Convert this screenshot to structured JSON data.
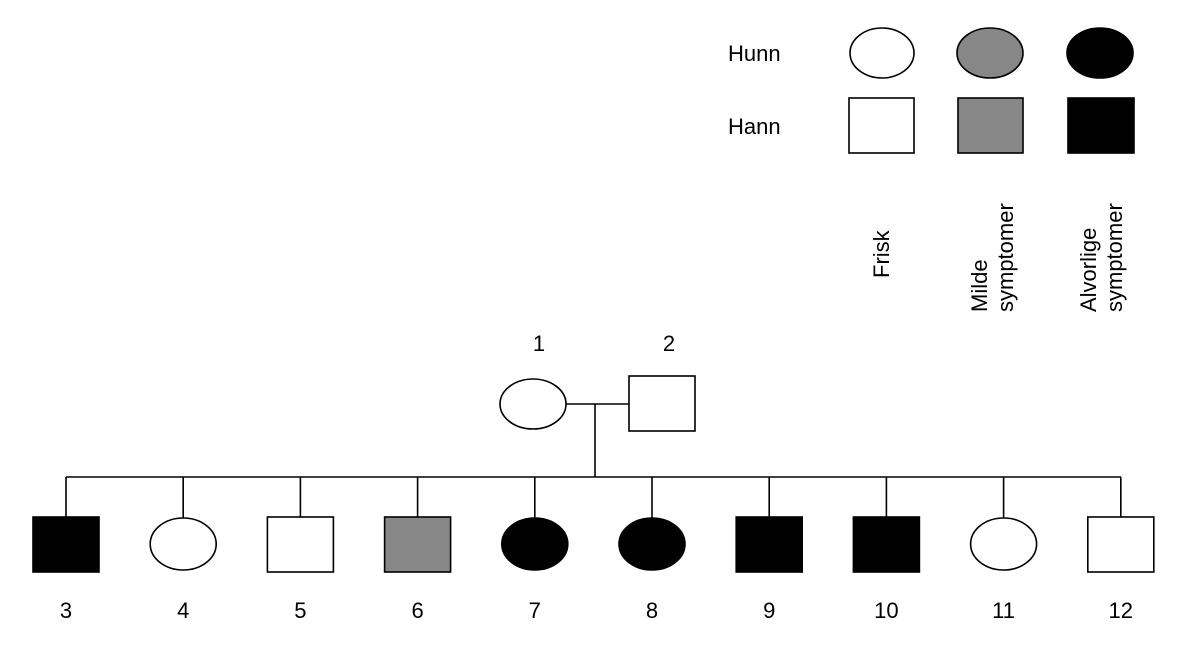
{
  "legend": {
    "rows": [
      {
        "key": "female",
        "label": "Hunn",
        "shape": "circle"
      },
      {
        "key": "male",
        "label": "Hann",
        "shape": "square"
      }
    ],
    "columns": [
      {
        "key": "healthy",
        "lines": [
          "Frisk"
        ],
        "color": "#ffffff"
      },
      {
        "key": "mild",
        "lines": [
          "Milde",
          "symptomer"
        ],
        "color": "#878787"
      },
      {
        "key": "severe",
        "lines": [
          "Alvorlige",
          "symptomer"
        ],
        "color": "#000000"
      }
    ]
  },
  "pedigree": {
    "parents": [
      {
        "id": "1",
        "sex": "female",
        "status": "healthy"
      },
      {
        "id": "2",
        "sex": "male",
        "status": "healthy"
      }
    ],
    "children": [
      {
        "id": "3",
        "sex": "male",
        "status": "severe"
      },
      {
        "id": "4",
        "sex": "female",
        "status": "healthy"
      },
      {
        "id": "5",
        "sex": "male",
        "status": "healthy"
      },
      {
        "id": "6",
        "sex": "male",
        "status": "mild"
      },
      {
        "id": "7",
        "sex": "female",
        "status": "severe"
      },
      {
        "id": "8",
        "sex": "female",
        "status": "severe"
      },
      {
        "id": "9",
        "sex": "male",
        "status": "severe"
      },
      {
        "id": "10",
        "sex": "male",
        "status": "severe"
      },
      {
        "id": "11",
        "sex": "female",
        "status": "healthy"
      },
      {
        "id": "12",
        "sex": "male",
        "status": "healthy"
      }
    ]
  }
}
